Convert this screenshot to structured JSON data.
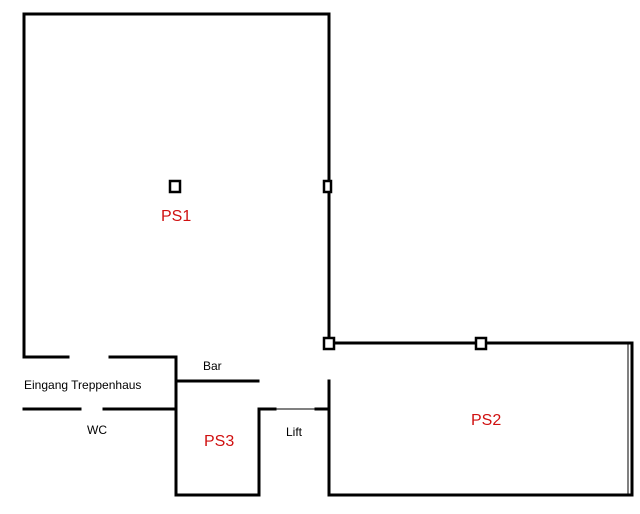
{
  "colors": {
    "wall": "#000000",
    "zone_label": "#d01010",
    "background": "#ffffff"
  },
  "zones": {
    "ps1": "PS1",
    "ps2": "PS2",
    "ps3": "PS3"
  },
  "rooms": {
    "bar": "Bar",
    "entrance": "Eingang Treppenhaus",
    "wc": "WC",
    "lift": "Lift"
  }
}
